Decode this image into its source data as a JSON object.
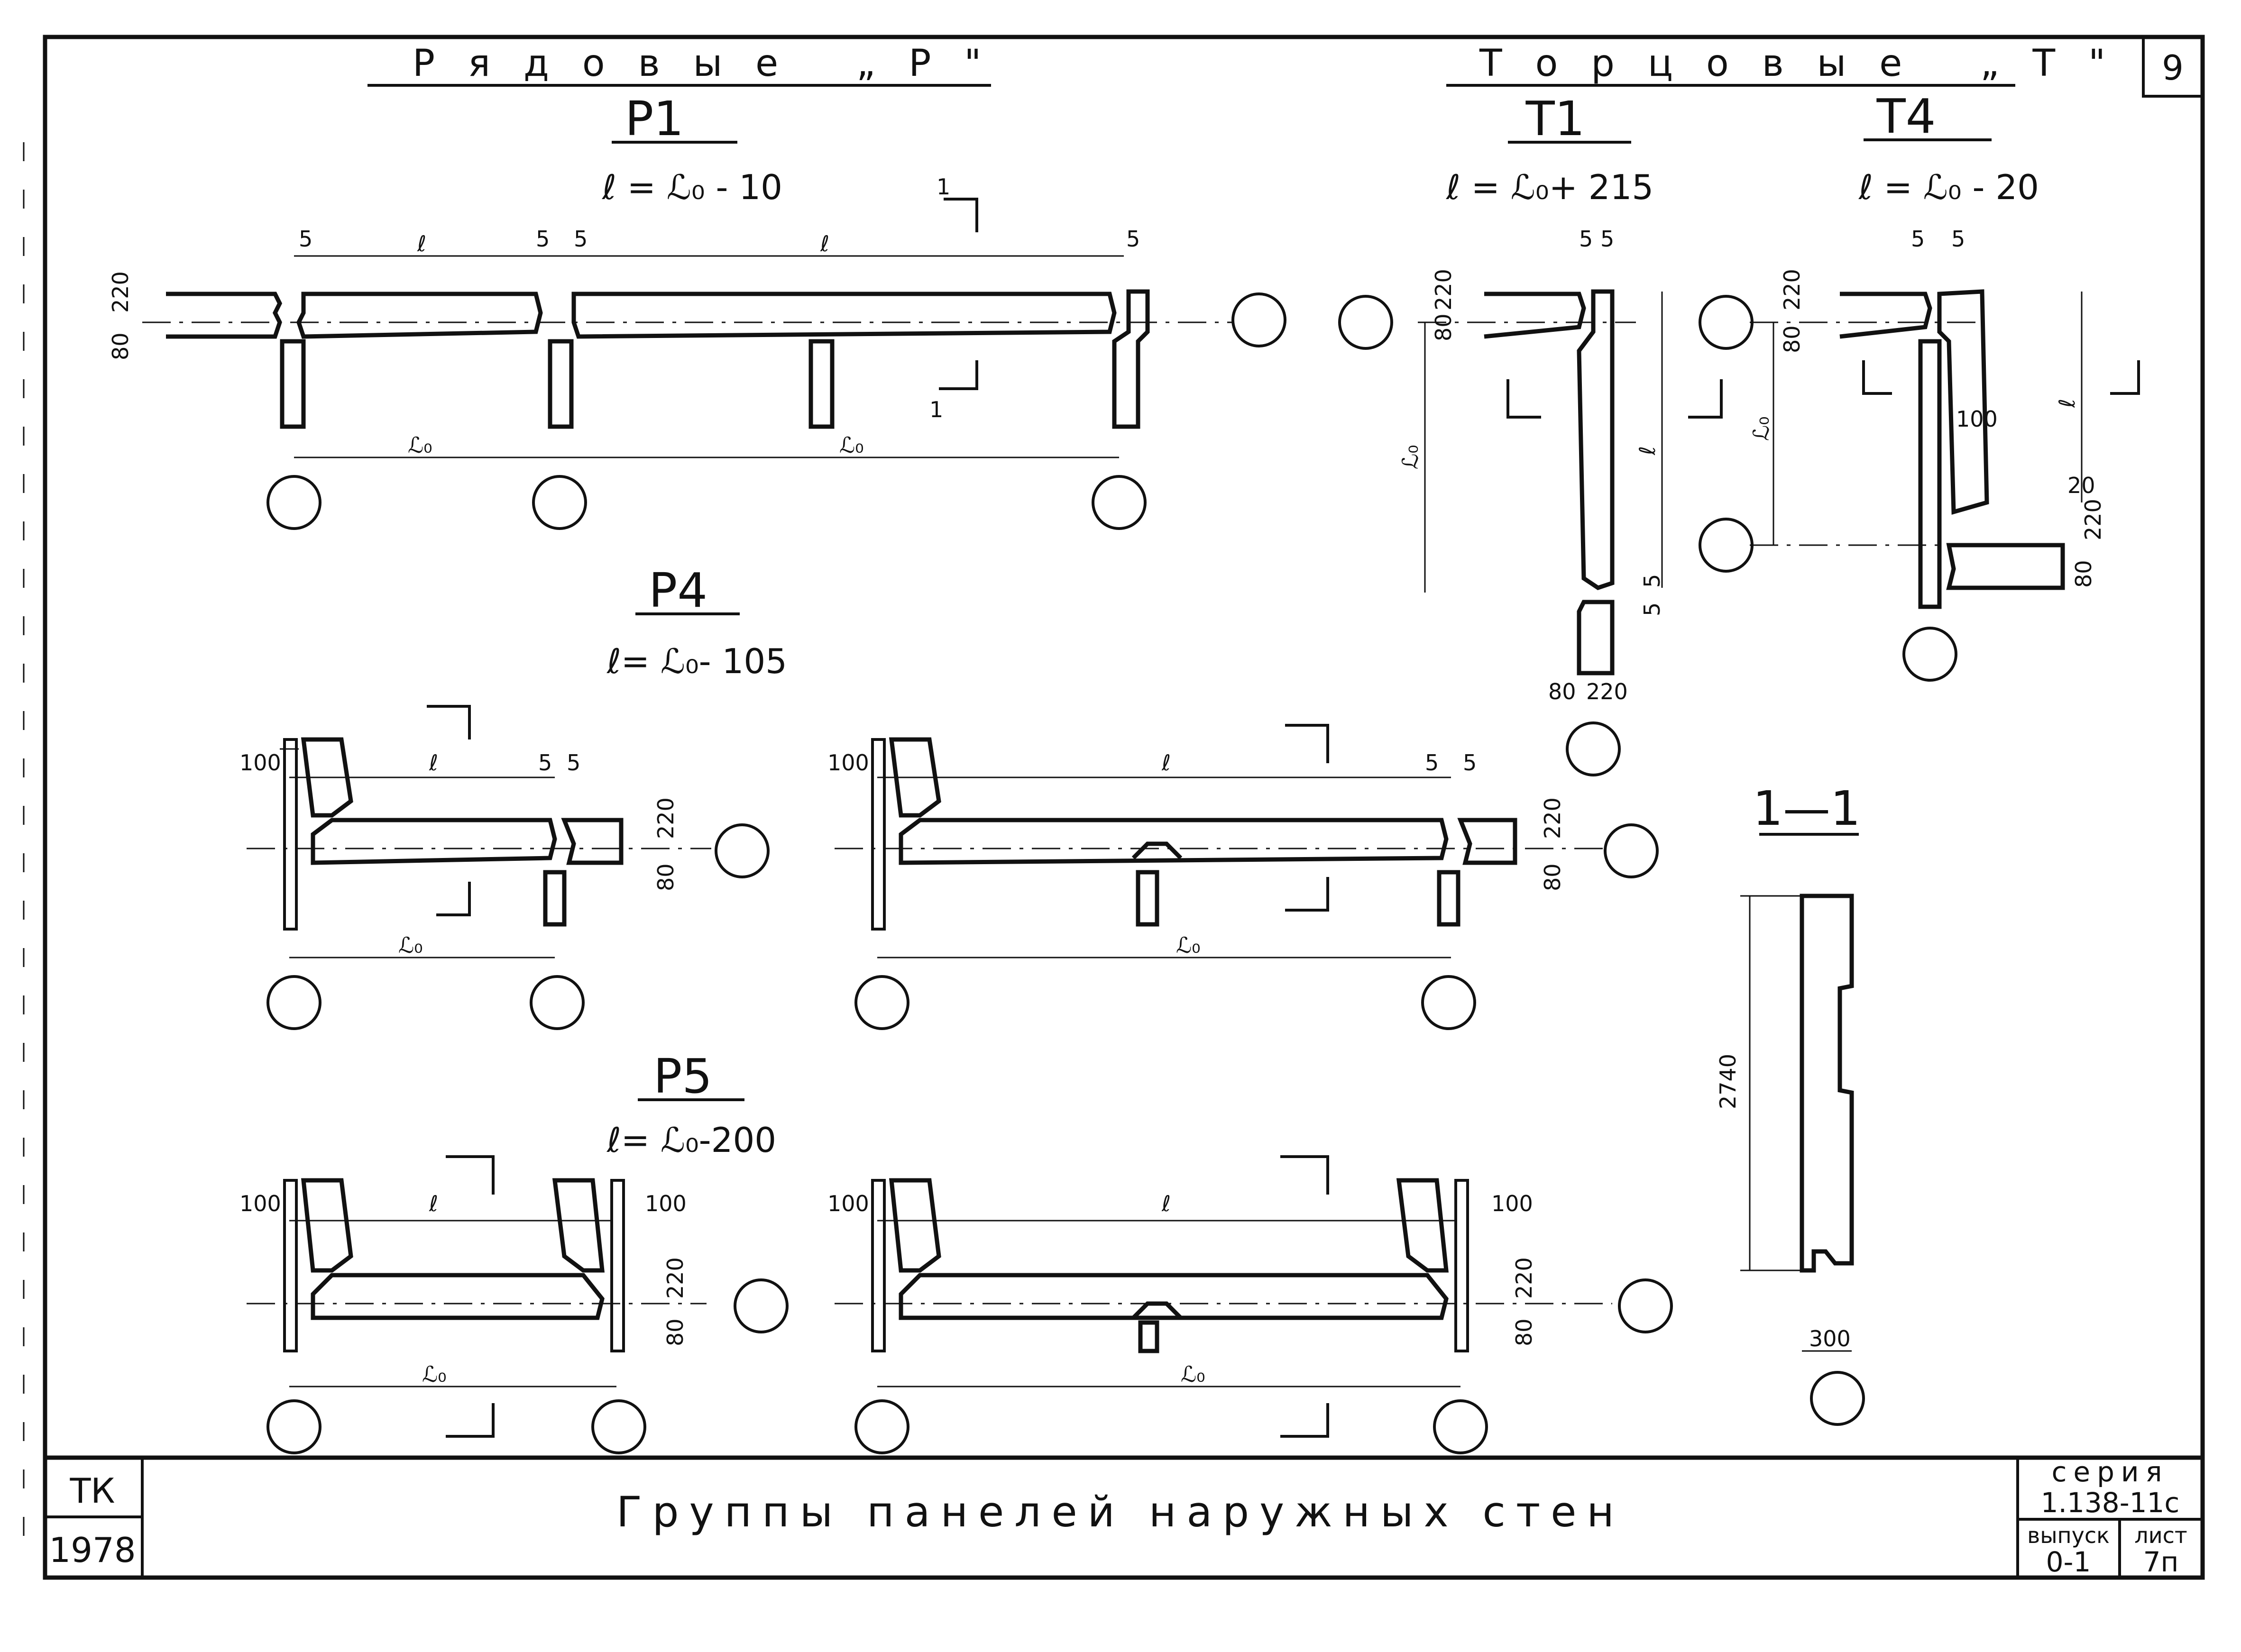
{
  "sheet_number": "9",
  "groups": {
    "ordinary_header": "Рядовые „Р\"",
    "end_header": "Торцовые „Т\""
  },
  "panels": {
    "p1": {
      "name": "Р1",
      "formula": "ℓ = ℒ₀ - 10"
    },
    "p4": {
      "name": "Р4",
      "formula": "ℓ= ℒ₀- 105"
    },
    "p5": {
      "name": "Р5",
      "formula": "ℓ= ℒ₀-200"
    },
    "t1": {
      "name": "Т1",
      "formula": "ℓ = ℒ₀+ 215"
    },
    "t4": {
      "name": "Т4",
      "formula": "ℓ = ℒ₀ - 20"
    },
    "section": {
      "name": "1—1",
      "height": "2740",
      "width": "300"
    }
  },
  "dims": {
    "d5": "5",
    "d220": "220",
    "d80": "80",
    "d100": "100",
    "d20": "20",
    "len_l": "ℓ",
    "len_lo": "ℒ₀",
    "cut": "1"
  },
  "title_block": {
    "title": "Группы панелей наружных стен",
    "stamp_code": "ТК",
    "year": "1978",
    "series_label": "серия",
    "series_value": "1.138-11с",
    "issue_label": "выпуск",
    "issue_value": "0-1",
    "sheet_label": "лист",
    "sheet_value": "7п"
  }
}
